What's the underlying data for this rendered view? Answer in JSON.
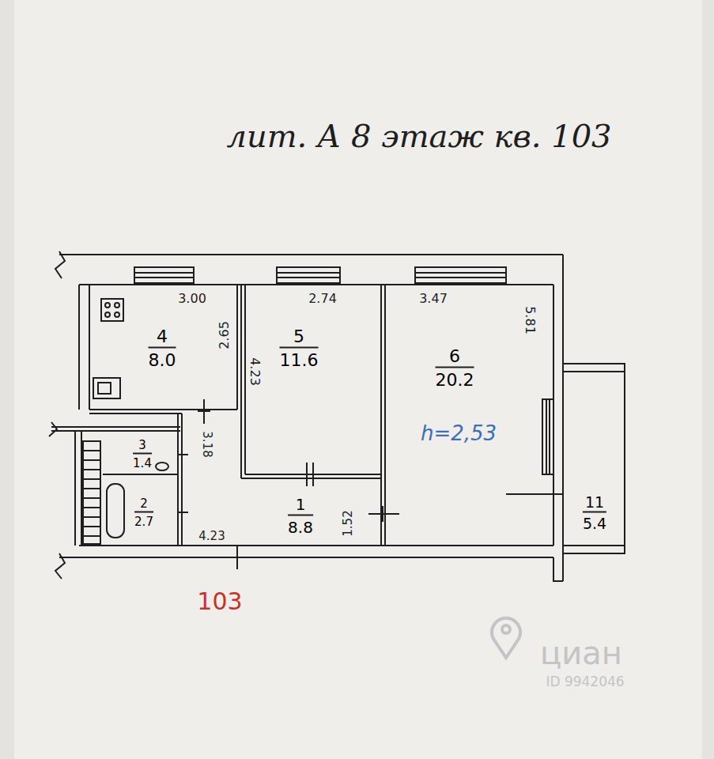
{
  "diagram": {
    "title": "лит. А 8 этаж кв. 103",
    "nodes": [
      {
        "text": [
          "4",
          "8.0"
        ]
      },
      {
        "text": [
          "5",
          "11.6"
        ]
      },
      {
        "text": [
          "6",
          "20.2"
        ]
      },
      {
        "text": [
          "3",
          "1.4"
        ]
      },
      {
        "text": [
          "2",
          "2.7"
        ]
      },
      {
        "text": [
          "1",
          "8.8"
        ]
      },
      {
        "text": [
          "11",
          "5.4"
        ]
      }
    ],
    "labels": [
      "3.00",
      "2.65",
      "2.74",
      "4.23",
      "3.47",
      "5.81",
      "3.18",
      "1.52",
      "4.23",
      "h=2,53",
      "103",
      "циан",
      "ID 9942046"
    ]
  }
}
